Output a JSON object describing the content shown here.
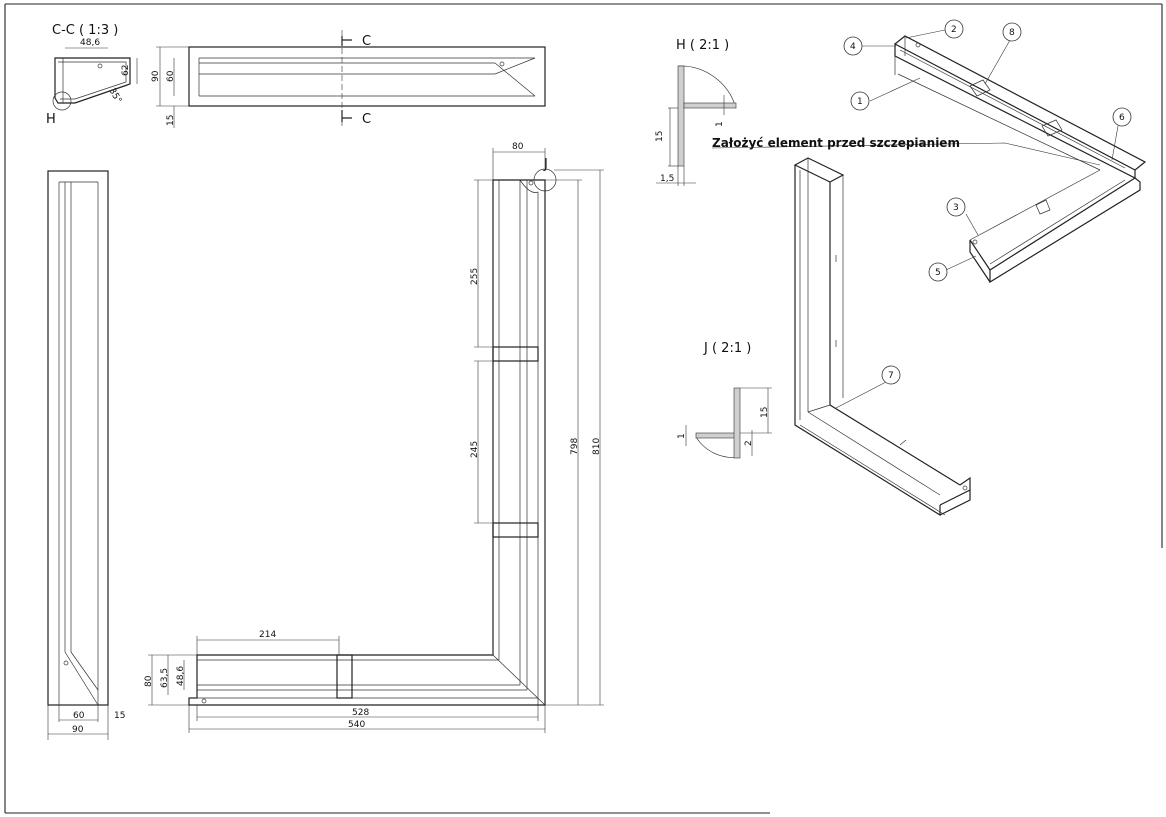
{
  "views": {
    "section_cc": {
      "title": "C-C ( 1:3 )",
      "detail_ref": "H",
      "dims": {
        "width": "48,6",
        "angle": "35°",
        "height": "62"
      }
    },
    "top_view": {
      "cut_label": "C",
      "dims": {
        "outer": "90",
        "inner": "60",
        "lip": "15"
      }
    },
    "detail_h": {
      "title": "H ( 2:1 )",
      "dims": {
        "thickness": "1",
        "height": "15",
        "width": "1,5"
      }
    },
    "detail_j": {
      "title": "J ( 2:1 )",
      "dims": {
        "thickness": "1",
        "height": "15",
        "offset": "2"
      }
    },
    "side_view": {
      "dims": {
        "inner": "60",
        "lip": "15",
        "outer": "90"
      }
    },
    "front_view": {
      "detail_ref": "J",
      "dims": {
        "top_width": "80",
        "seg_upper": "255",
        "seg_lower": "245",
        "inner_height": "798",
        "outer_height": "810",
        "bottom_seg": "214",
        "bottom_outer": "80",
        "bottom_mid": "63,5",
        "bottom_inner": "48,6",
        "inner_length": "528",
        "outer_length": "540"
      }
    }
  },
  "note": "Założyć element przed szczepianiem",
  "balloons": [
    "1",
    "2",
    "3",
    "4",
    "5",
    "6",
    "7",
    "8"
  ]
}
